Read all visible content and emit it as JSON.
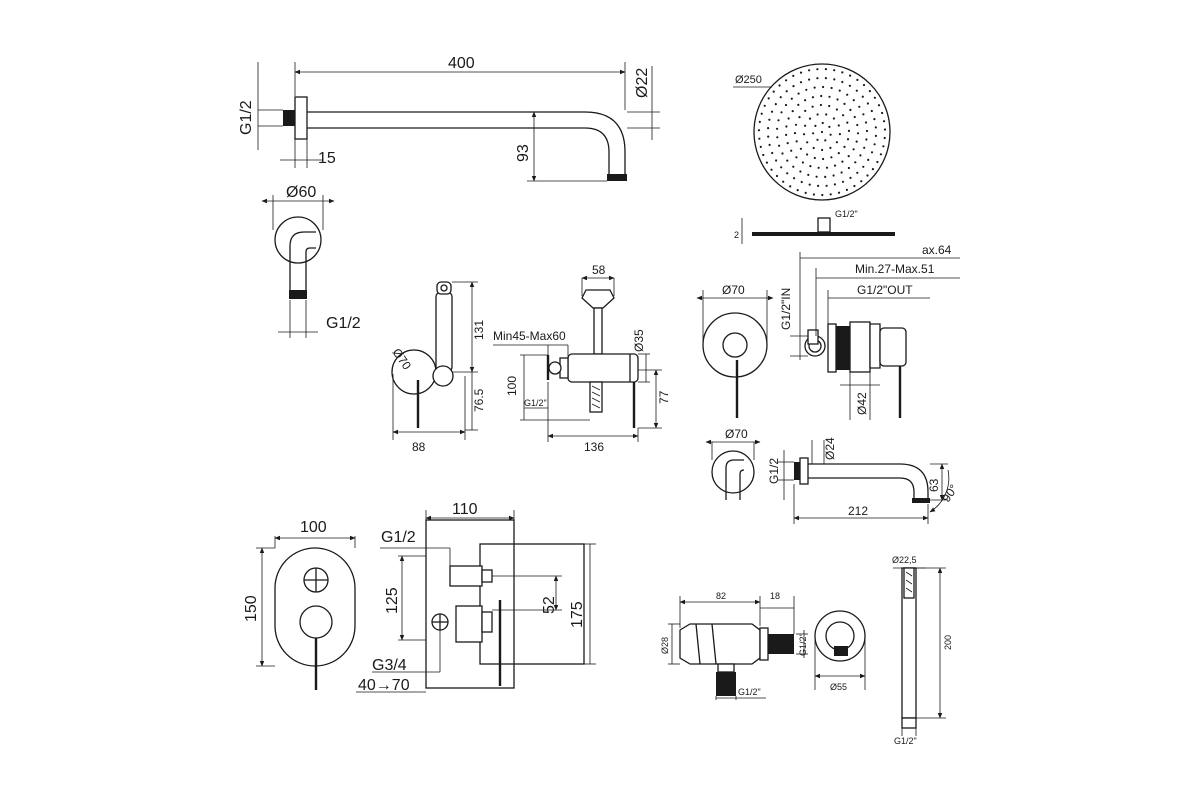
{
  "shower_arm": {
    "length": "400",
    "thread": "G1/2",
    "flange": "15",
    "diameter": "Ø22",
    "drop": "93"
  },
  "wall_bracket": {
    "diameter": "Ø60",
    "thread": "G1/2"
  },
  "shower_head": {
    "diameter": "Ø250",
    "thread": "G1/2\"",
    "thickness": "2"
  },
  "bidet_spray": {
    "height": "131",
    "rosette": "Ø70",
    "depth": "88",
    "lever_height": "76.5"
  },
  "bidet_mixer": {
    "head_width": "58",
    "range": "Min45-Max60",
    "diameter": "Ø35",
    "height": "100",
    "thread": "G1/2\"",
    "offset": "77",
    "length": "136"
  },
  "wall_mixer": {
    "max_depth": "ax.64",
    "range": "Min.27-Max.51",
    "inlet": "G1/2\"IN",
    "outlet": "G1/2\"OUT",
    "rosette": "Ø70",
    "body": "Ø42"
  },
  "spout": {
    "rosette": "Ø70",
    "diameter": "Ø24",
    "thread": "G1/2",
    "length": "212",
    "height": "63",
    "angle": "90°"
  },
  "diverter_mixer": {
    "width": "100",
    "height": "150"
  },
  "diverter_body": {
    "box_width": "110",
    "inlet": "G1/2",
    "center": "125",
    "spacing": "52",
    "box_height": "175",
    "base_thread": "G3/4",
    "depth_range": "40→70"
  },
  "angle_valve": {
    "length": "82",
    "outlet_length": "18",
    "diameter": "Ø28",
    "outlet_thread": "G1/2\"",
    "inlet_thread": "G1/2\"",
    "rosette": "Ø55"
  },
  "slide_rail": {
    "diameter": "Ø22,5",
    "length": "200",
    "thread": "G1/2\""
  }
}
